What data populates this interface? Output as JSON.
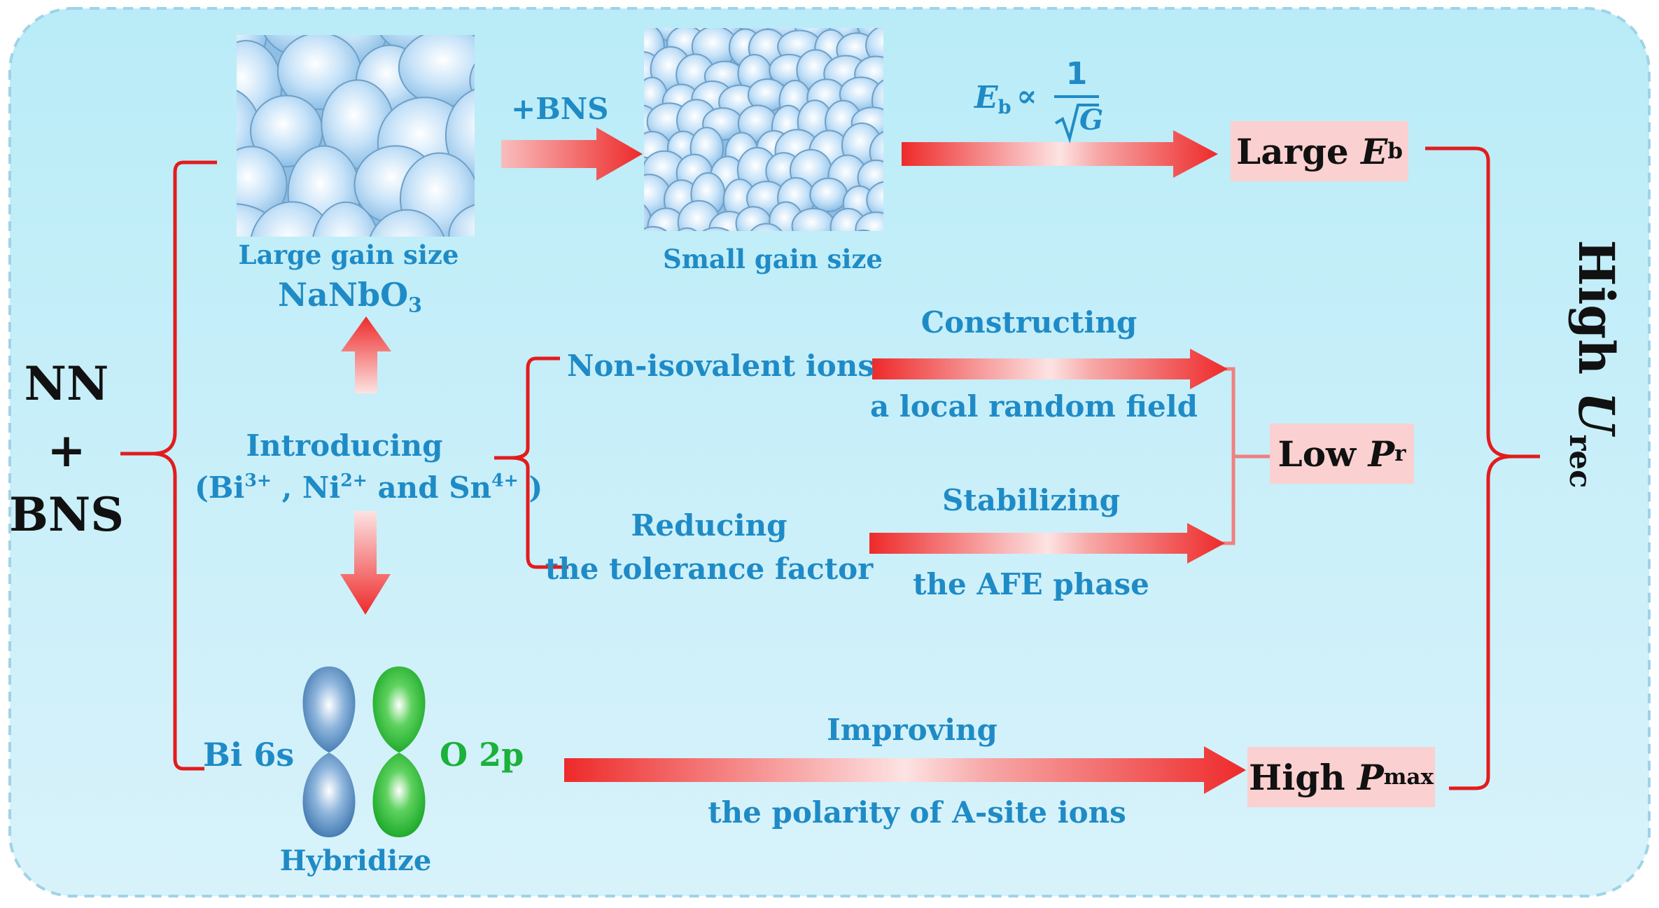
{
  "left_input": {
    "line1": "NN",
    "line2": "+",
    "line3": "BNS"
  },
  "grain": {
    "large_caption": "Large gain size",
    "material_base": "NaNbO",
    "material_sub": "3",
    "add_label": "+BNS",
    "small_caption": "Small gain size",
    "formula": {
      "lhs_var": "E",
      "lhs_sub": "b",
      "relation": "∝",
      "numerator": "1",
      "denominator_var": "G"
    }
  },
  "introducing": {
    "line1": "Introducing",
    "ions": [
      {
        "base": "(Bi",
        "charge": "3+"
      },
      {
        "base": " , Ni",
        "charge": "2+"
      },
      {
        "base": " and Sn",
        "charge": "4+"
      }
    ],
    "close": " )"
  },
  "middle": {
    "item1": "Non-isovalent ions",
    "item2_line1": "Reducing",
    "item2_line2": "the tolerance factor",
    "arrow1_top": "Constructing",
    "arrow1_bottom": "a local random field",
    "arrow2_top": "Stabilizing",
    "arrow2_bottom": "the AFE phase"
  },
  "orbital": {
    "left_label": "Bi 6s",
    "right_label": "O 2p",
    "caption": "Hybridize",
    "arrow_top": "Improving",
    "arrow_bottom": "the polarity of A-site ions"
  },
  "outcomes": {
    "large_eb": {
      "prefix": "Large ",
      "var": "E",
      "sub": "b"
    },
    "low_pr": {
      "prefix": "Low ",
      "var": "P",
      "sub": "r"
    },
    "high_pmax": {
      "prefix": "High ",
      "var": "P",
      "sub": "max"
    }
  },
  "result": {
    "prefix": "High ",
    "var": "U",
    "sub": "rec"
  },
  "colors": {
    "panel": "#c6ecf7",
    "panel_border": "#9fd3e6",
    "arrow": "#ee2a2a",
    "bracket": "#e21c1c",
    "connector": "#f08080",
    "text_blue": "#1f8bc6",
    "text_green": "#1bb13a",
    "box": "#fbd0d0",
    "grain": "#a9d4f4"
  }
}
